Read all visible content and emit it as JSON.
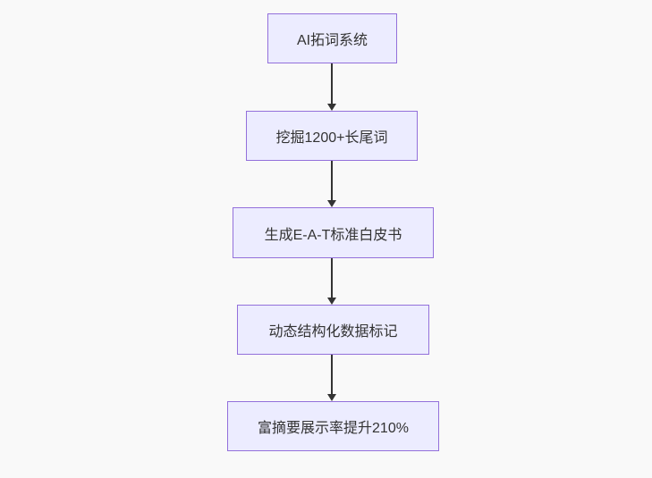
{
  "diagram": {
    "type": "flowchart",
    "direction": "top-down",
    "nodes": [
      {
        "id": "A",
        "label": "AI拓词系统"
      },
      {
        "id": "B",
        "label": "挖掘1200+长尾词"
      },
      {
        "id": "C",
        "label": "生成E-A-T标准白皮书"
      },
      {
        "id": "D",
        "label": "动态结构化数据标记"
      },
      {
        "id": "E",
        "label": "富摘要展示率提升210%"
      }
    ],
    "edges": [
      {
        "from": "A",
        "to": "B"
      },
      {
        "from": "B",
        "to": "C"
      },
      {
        "from": "C",
        "to": "D"
      },
      {
        "from": "D",
        "to": "E"
      }
    ],
    "colors": {
      "background": "#f9f9f9",
      "node_fill": "#ECECFF",
      "node_border": "#9370DB",
      "text": "#333333",
      "arrow": "#333333"
    }
  }
}
